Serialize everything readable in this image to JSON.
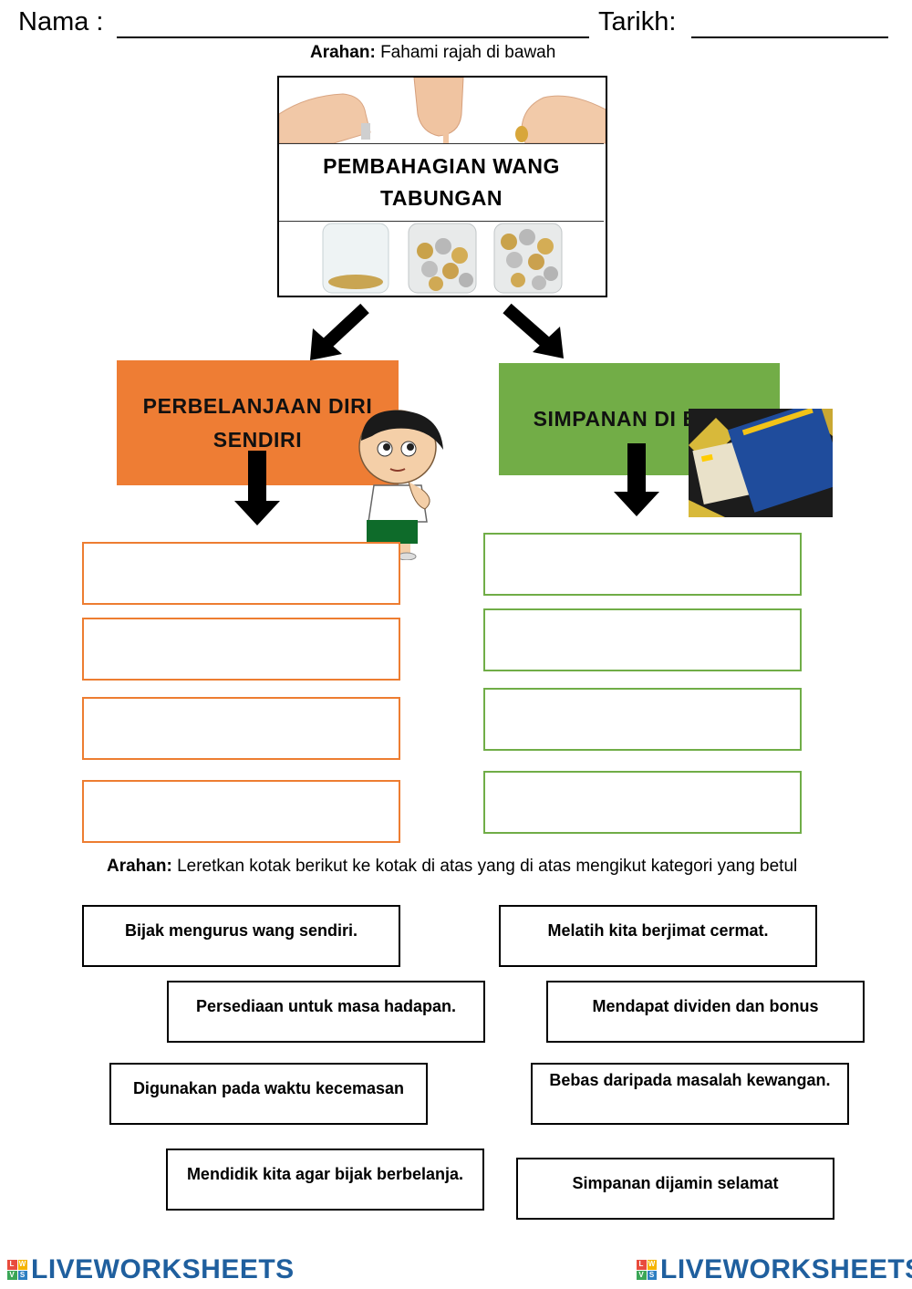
{
  "header": {
    "name_label": "Nama :",
    "date_label": "Tarikh:"
  },
  "instruction_top": {
    "bold": "Arahan:",
    "text": " Fahami rajah di bawah"
  },
  "hero": {
    "title": "PEMBAHAGIAN WANG TABUNGAN"
  },
  "categories": {
    "left": "PERBELANJAAN DIRI SENDIRI",
    "right": "SIMPANAN DI BANK"
  },
  "instruction_bottom": {
    "bold": "Arahan:",
    "text": " Leretkan kotak berikut ke kotak di atas yang di atas mengikut kategori yang betul"
  },
  "cards": [
    "Bijak mengurus wang sendiri.",
    "Melatih kita berjimat cermat.",
    "Persediaan untuk masa hadapan.",
    "Mendapat dividen dan bonus",
    "Digunakan pada waktu kecemasan",
    "Bebas daripada masalah kewangan.",
    "Mendidik kita agar bijak berbelanja.",
    "Simpanan dijamin selamat"
  ],
  "footer": {
    "logo_text": "LIVEWORKSHEETS"
  },
  "colors": {
    "orange": "#ee7d34",
    "green": "#72ad47",
    "logo_blue": "#1f5f9e"
  }
}
